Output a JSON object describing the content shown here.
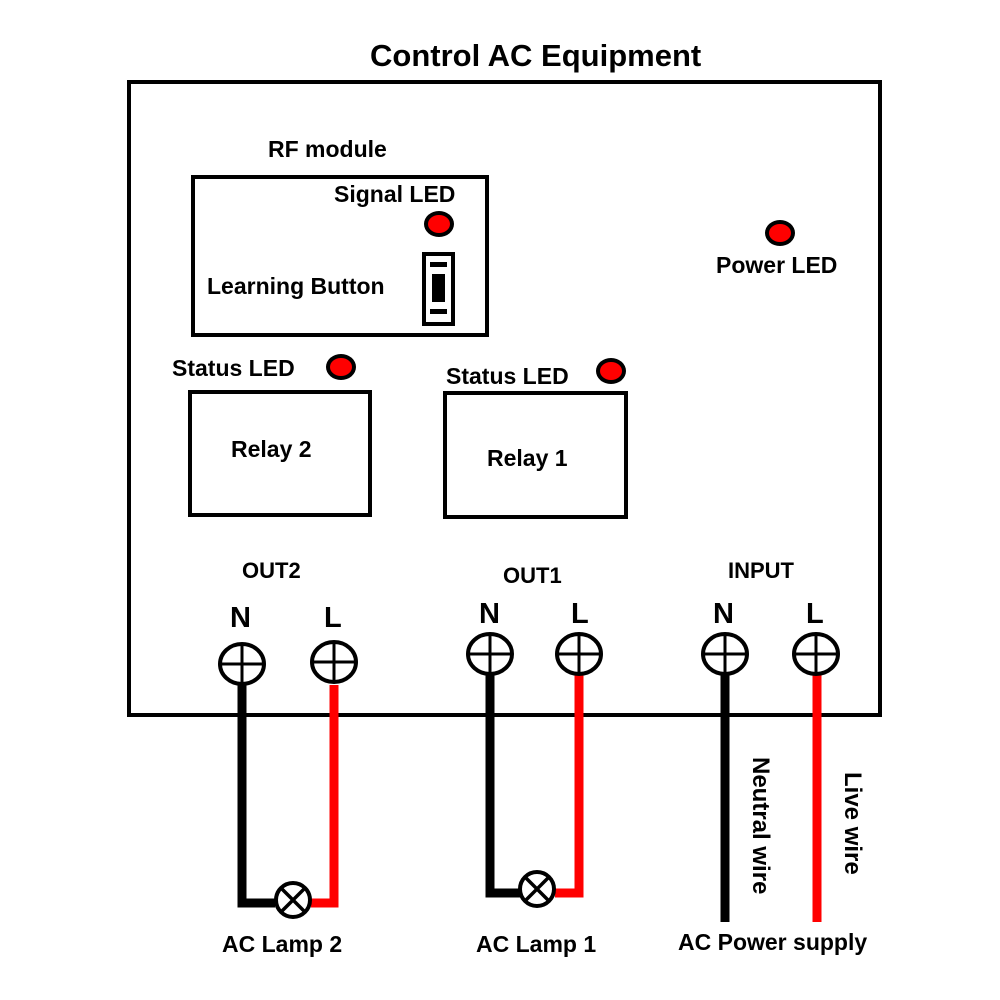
{
  "title": "Control AC Equipment",
  "rf_module": {
    "label": "RF module",
    "signal_led_label": "Signal LED",
    "learning_button_label": "Learning Button"
  },
  "power_led_label": "Power LED",
  "relays": [
    {
      "label": "Relay 2",
      "status_led_label": "Status LED"
    },
    {
      "label": "Relay 1",
      "status_led_label": "Status LED"
    }
  ],
  "terminal_groups": [
    {
      "label": "OUT2",
      "terminals": [
        "N",
        "L"
      ]
    },
    {
      "label": "OUT1",
      "terminals": [
        "N",
        "L"
      ]
    },
    {
      "label": "INPUT",
      "terminals": [
        "N",
        "L"
      ]
    }
  ],
  "loads": [
    {
      "label": "AC Lamp 2"
    },
    {
      "label": "AC Lamp 1"
    }
  ],
  "power_supply": {
    "label": "AC Power supply",
    "neutral_label": "Neutral wire",
    "live_label": "Live wire"
  },
  "colors": {
    "led": "#ff0000",
    "live_wire": "#ff0000",
    "neutral_wire": "#000000"
  }
}
